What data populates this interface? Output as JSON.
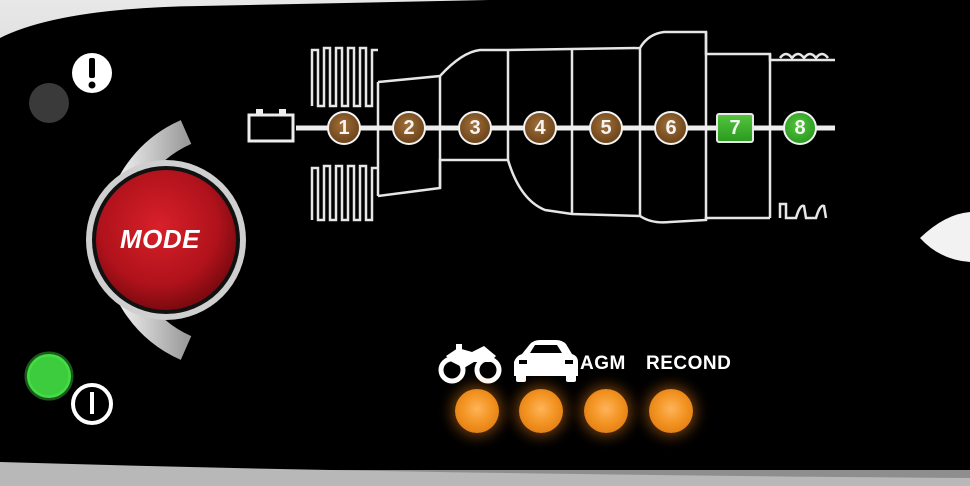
{
  "mode_button": {
    "label": "MODE"
  },
  "charge_steps": [
    {
      "label": "1"
    },
    {
      "label": "2"
    },
    {
      "label": "3"
    },
    {
      "label": "4"
    },
    {
      "label": "5"
    },
    {
      "label": "6"
    },
    {
      "label": "7"
    },
    {
      "label": "8"
    }
  ],
  "program_labels": {
    "agm": "AGM",
    "recond": "RECOND"
  },
  "indicators": {
    "error_led": {
      "state": "off"
    },
    "power_led": {
      "state": "on",
      "color": "#3dcc3d"
    },
    "program_leds": [
      {
        "name": "motorcycle",
        "state": "on",
        "color": "#f29422"
      },
      {
        "name": "car",
        "state": "on",
        "color": "#f29422"
      },
      {
        "name": "agm",
        "state": "on",
        "color": "#f29422"
      },
      {
        "name": "recond",
        "state": "on",
        "color": "#f29422"
      }
    ]
  },
  "colors": {
    "panel": "#000000",
    "mode_red": "#c0141e",
    "step_brown": "#7a4f22",
    "step_green": "#3aa82c",
    "led_orange": "#f29422",
    "led_green": "#3dcc3d"
  }
}
